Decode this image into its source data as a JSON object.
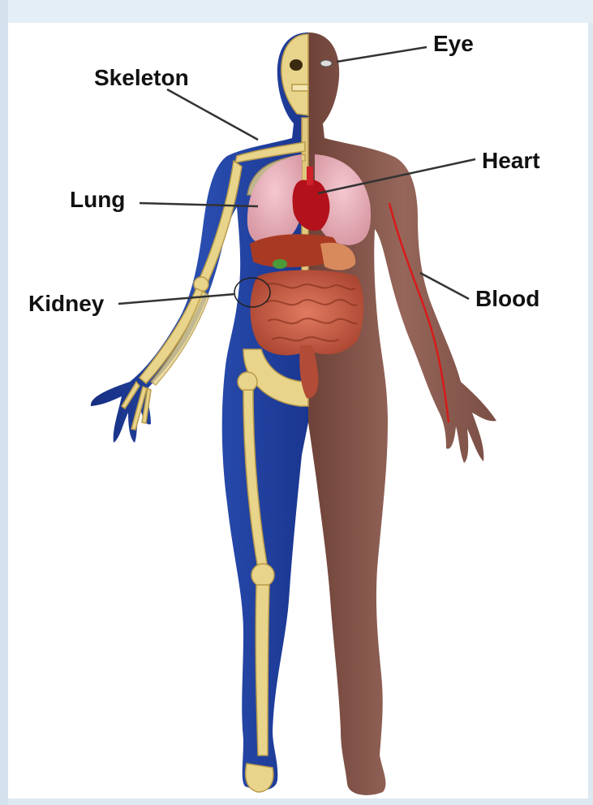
{
  "labels": {
    "eye": "Eye",
    "skeleton": "Skeleton",
    "heart": "Heart",
    "lung": "Lung",
    "kidney": "Kidney",
    "blood": "Blood"
  },
  "colors": {
    "skin_left": "#1f3e9a",
    "skin_right": "#8a5a4e",
    "bone": "#e8d48a",
    "lung": "#e8b4bc",
    "heart": "#b3121c",
    "liver": "#a83a24",
    "intestine": "#c9604a",
    "vessel": "#d81a1a"
  }
}
